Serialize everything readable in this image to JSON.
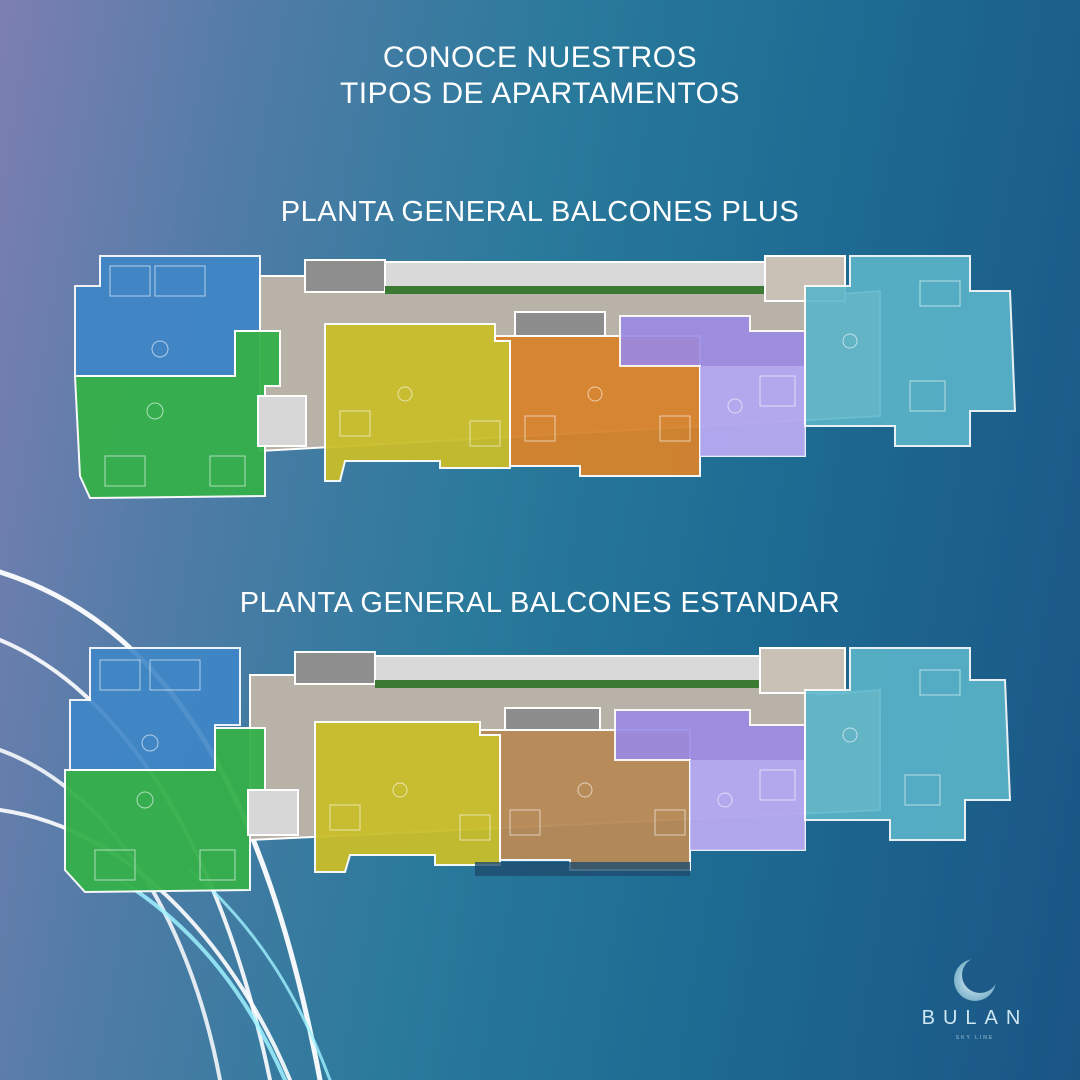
{
  "header": {
    "intro_line1": "CONOCE NUESTROS",
    "intro_line2": "TIPOS DE APARTAMENTOS"
  },
  "plans": [
    {
      "title": "PLANTA GENERAL BALCONES PLUS",
      "unit_colors": [
        "#3f86c8",
        "#35b04a",
        "#c9be2b",
        "#d8842c",
        "#9a8ae6",
        "#5ab5c9"
      ]
    },
    {
      "title": "PLANTA GENERAL BALCONES ESTANDAR",
      "unit_colors": [
        "#3f86c8",
        "#35b04a",
        "#c9be2b",
        "#b88a56",
        "#9a8ae6",
        "#5ab5c9"
      ]
    }
  ],
  "brand": {
    "name": "BULAN",
    "tagline": "SKY LINE",
    "icon": "crescent-moon-icon"
  }
}
